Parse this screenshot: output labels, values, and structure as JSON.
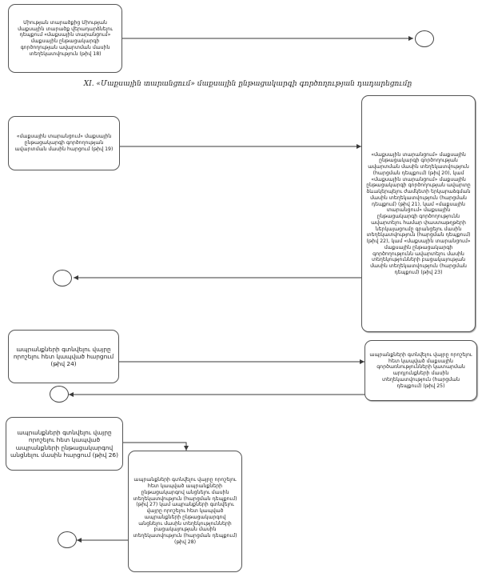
{
  "section_heading": "XI. «Մաքսային տարանցում» մաքսային ընթացակարգի գործողության դադարեցումը",
  "boxes": {
    "b1": "Միության տարածքից Միության մաքսային տարածք վերադարձնելու դեպքում «մաքսային տարանցում» մաքսային ընթացակարգի գործողության ավարտման մասին տեղեկատվություն (թիվ 18)",
    "b2": "«մաքսային տարանցում» մաքսային ընթացակարգի գործողության ավարտման մասին հարցում (թիվ 19)",
    "b3": "«մաքսային տարանցում» մաքսային ընթացակարգի գործողության ավարտման մասին տեղեկատվություն (հարցման դեպքում) (թիվ 20), կամ «մաքսային տարանցում» մաքսային ընթացակարգի գործողության ավարտը ձևակերպելու ժամկետի երկարաձգման մասին տեղեկատվություն (հարցման դեպքում) (թիվ 21), կամ «մաքսային տարանցում» մաքսային ընթացակարգի գործողությունն ավարտելու համար փաստաթղթերի ներկայացումը գրանցելու մասին տեղեկատվություն (հարցման դեպքում) (թիվ 22), կամ «մաքսային տարանցում» մաքսային ընթացակարգի գործողությունն ավարտելու մասին տեղեկությունների բացակայության մասին տեղեկատվություն (հարցման դեպքում) (թիվ 23)",
    "b4": "ապրանքների գտնվելու վայրը որոշելու հետ կապված հարցում (թիվ 24)",
    "b5": "ապրանքների գտնվելու վայրը որոշելու հետ կապված մաքսային գործառնությունների կատարման արդյունքների մասին տեղեկատվություն (հարցման դեպքում) (թիվ 25)",
    "b6": "ապրանքների գտնվելու վայրը որոշելու հետ կապված ապրանքների ընթացակարգով անցնելու մասին հարցում (թիվ 26)",
    "b7": "ապրանքների գտնվելու վայրը որոշելու հետ կապված ապրանքների ընթացակարգով անցնելու մասին տեղեկատվություն (հարցման դեպքում) (թիվ 27) կամ ապրանքների գտնվելու վայրը որոշելու հետ կապված ապրանքների ընթացակարգով անցնելու մասին տեղեկությունների բացակայության մասին տեղեկատվություն (հարցման դեպքում) (թիվ 28)"
  },
  "colors": {
    "line": "#3a3a3a",
    "border": "#555555"
  }
}
